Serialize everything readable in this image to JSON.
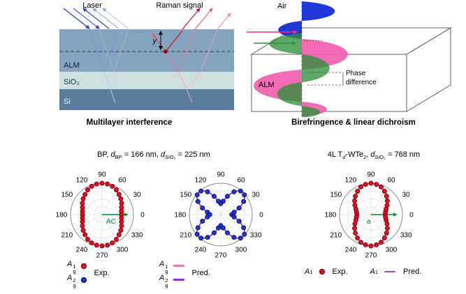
{
  "figure": {
    "top_left": {
      "laser_label": "Laser",
      "raman_label": "Raman signal",
      "depth_label": "y",
      "layer_alm": "ALM",
      "layer_sio2": "SiO₂",
      "layer_si": "Si",
      "caption": "Multilayer interference"
    },
    "top_right": {
      "air_label": "Air",
      "alm_label": "ALM",
      "phase_label_line1": "Phase",
      "phase_label_line2": "difference",
      "caption": "Birefringence & linear dichroism"
    }
  },
  "chart_data": [
    {
      "type": "polar",
      "group_title_segments": [
        {
          "t": "BP, "
        },
        {
          "t": "d",
          "i": true
        },
        {
          "t": "BP",
          "sub": true
        },
        {
          "t": " = 166 nm, "
        },
        {
          "t": "d",
          "i": true
        },
        {
          "t": "SiO₂",
          "sub": true
        },
        {
          "t": " = 225 nm"
        }
      ],
      "plots": [
        {
          "name": "BP Ag1 polar",
          "angle_step_deg": 10,
          "angle_ticks": [
            0,
            30,
            60,
            90,
            120,
            150,
            180,
            210,
            240,
            270,
            300,
            330
          ],
          "rlim": [
            0,
            1
          ],
          "r": [
            0.62,
            0.63,
            0.66,
            0.72,
            0.78,
            0.84,
            0.91,
            0.96,
            0.99,
            1.0,
            0.99,
            0.96,
            0.91,
            0.84,
            0.78,
            0.72,
            0.66,
            0.63,
            0.62,
            0.63,
            0.66,
            0.72,
            0.78,
            0.84,
            0.91,
            0.96,
            0.99,
            1.0,
            0.99,
            0.96,
            0.91,
            0.84,
            0.78,
            0.72,
            0.66,
            0.63
          ],
          "exp": {
            "label": "Ag1 Exp.",
            "color": "#e11022",
            "edge": "#7d000d"
          },
          "pred": {
            "label": "Ag1 Pred.",
            "color": "#f272be"
          },
          "axis_arrows": [
            {
              "label": "AC",
              "angle_deg": 0,
              "color": "#00902e",
              "label_dx": 6,
              "label_dy": 13,
              "italic": false
            }
          ]
        },
        {
          "name": "BP Ag2 polar",
          "angle_step_deg": 10,
          "angle_ticks": [
            0,
            30,
            60,
            90,
            120,
            150,
            180,
            210,
            240,
            270,
            300,
            330
          ],
          "rlim": [
            0,
            1
          ],
          "r": [
            0.35,
            0.43,
            0.62,
            0.84,
            0.98,
            0.98,
            0.84,
            0.62,
            0.43,
            0.35,
            0.43,
            0.62,
            0.84,
            0.98,
            0.98,
            0.84,
            0.62,
            0.43,
            0.35,
            0.43,
            0.62,
            0.84,
            0.98,
            0.98,
            0.84,
            0.62,
            0.43,
            0.35,
            0.43,
            0.62,
            0.84,
            0.98,
            0.98,
            0.84,
            0.62,
            0.43
          ],
          "exp": {
            "label": "Ag2 Exp.",
            "color": "#2433cf",
            "edge": "#0a1270"
          },
          "pred": {
            "label": "Ag2 Pred.",
            "color": "#8a2fd0"
          },
          "axis_arrows": []
        }
      ]
    },
    {
      "type": "polar",
      "group_title_segments": [
        {
          "t": "4L T"
        },
        {
          "t": "d",
          "sub": true,
          "i": true
        },
        {
          "t": "-WTe"
        },
        {
          "t": "2",
          "sub": true
        },
        {
          "t": ", "
        },
        {
          "t": "d",
          "i": true
        },
        {
          "t": "SiO₂",
          "sub": true
        },
        {
          "t": " = 768 nm"
        }
      ],
      "plots": [
        {
          "name": "WTe2 A1 polar",
          "angle_step_deg": 10,
          "angle_ticks": [
            0,
            30,
            60,
            90,
            120,
            150,
            180,
            210,
            240,
            270,
            300,
            330
          ],
          "rlim": [
            0,
            1
          ],
          "r": [
            0.45,
            0.47,
            0.51,
            0.59,
            0.68,
            0.77,
            0.86,
            0.94,
            0.98,
            1.0,
            0.98,
            0.94,
            0.86,
            0.77,
            0.68,
            0.59,
            0.51,
            0.47,
            0.45,
            0.47,
            0.51,
            0.59,
            0.68,
            0.77,
            0.86,
            0.94,
            0.98,
            1.0,
            0.98,
            0.94,
            0.86,
            0.77,
            0.68,
            0.59,
            0.51,
            0.47
          ],
          "exp": {
            "label": "A1 Exp.",
            "color": "#e11022",
            "edge": "#7d000d"
          },
          "pred": {
            "label": "A1 Pred.",
            "color": "#b43fd0"
          },
          "axis_arrows": [
            {
              "label": "a",
              "angle_deg": 0,
              "color": "#00902e",
              "label_dx": -6,
              "label_dy": 13,
              "italic": true
            }
          ]
        }
      ]
    }
  ],
  "legend": {
    "groups": [
      {
        "name": "bp-exp",
        "tag": "Exp.",
        "rows": [
          {
            "label_segments": [
              {
                "t": "A",
                "i": true
              },
              {
                "stack": true,
                "sup": "1",
                "sub": "g"
              }
            ],
            "marker": {
              "kind": "dot",
              "color": "#e11022",
              "edge": "#7d000d"
            }
          },
          {
            "label_segments": [
              {
                "t": "A",
                "i": true
              },
              {
                "stack": true,
                "sup": "2",
                "sub": "g"
              }
            ],
            "marker": {
              "kind": "dot",
              "color": "#2433cf",
              "edge": "#0a1270"
            }
          }
        ]
      },
      {
        "name": "bp-pred",
        "tag": "Pred.",
        "rows": [
          {
            "label_segments": [
              {
                "t": "A",
                "i": true
              },
              {
                "stack": true,
                "sup": "1",
                "sub": "g"
              }
            ],
            "marker": {
              "kind": "line",
              "color": "#f272be"
            }
          },
          {
            "label_segments": [
              {
                "t": "A",
                "i": true
              },
              {
                "stack": true,
                "sup": "2",
                "sub": "g"
              }
            ],
            "marker": {
              "kind": "line",
              "color": "#8a2fd0"
            }
          }
        ]
      },
      {
        "name": "wte2",
        "inline": true,
        "rows": [
          {
            "label_segments": [
              {
                "t": "A",
                "i": true
              },
              {
                "t": "1",
                "sub": true
              }
            ],
            "marker": {
              "kind": "dot",
              "color": "#e11022",
              "edge": "#7d000d"
            },
            "tag": "Exp."
          },
          {
            "label_segments": [
              {
                "t": "A",
                "i": true
              },
              {
                "t": "1",
                "sub": true
              }
            ],
            "marker": {
              "kind": "line",
              "color": "#b43fd0"
            },
            "tag": "Pred."
          }
        ]
      }
    ]
  }
}
